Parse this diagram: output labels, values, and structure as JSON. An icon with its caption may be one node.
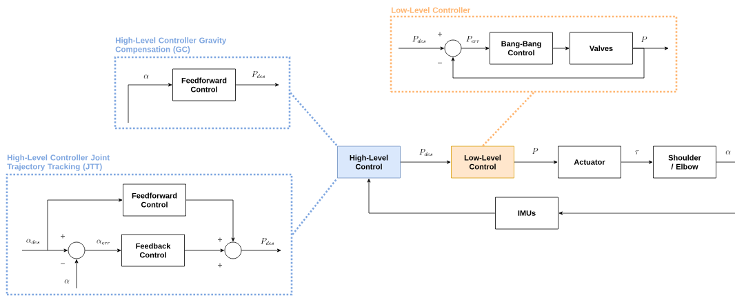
{
  "diagram": {
    "nodes": [
      {
        "text": [
          "High-Level Controller Gravity Compensation (GC)"
        ]
      },
      {
        "text": [
          "Feedforward Control"
        ],
        "in": 0
      },
      {
        "text": [
          "High-Level Controller Joint Trajectory Tracking (JTT)"
        ]
      },
      {
        "text": [
          "Feedforward Control"
        ],
        "in": 2
      },
      {
        "text": [],
        "shape": "circle",
        "in": 2
      },
      {
        "text": [
          "Feedback Control"
        ],
        "in": 2
      },
      {
        "text": [],
        "shape": "circle",
        "in": 2
      },
      {
        "text": [
          "Low-Level Controller"
        ]
      },
      {
        "text": [],
        "shape": "circle",
        "in": 7
      },
      {
        "text": [
          "Bang-Bang Control"
        ],
        "in": 7
      },
      {
        "text": [
          "Valves"
        ],
        "in": 7
      },
      {
        "text": [
          "High-Level Control"
        ]
      },
      {
        "text": [
          "Low-Level Control"
        ]
      },
      {
        "text": [
          "Actuator"
        ]
      },
      {
        "text": [
          "Shoulder / Elbow"
        ]
      },
      {
        "text": [
          "IMUs"
        ]
      }
    ],
    "edges": [
      {
        "from": null,
        "to": 1,
        "arrow": "to",
        "label": "\\alpha"
      },
      {
        "from": 1,
        "to": null,
        "arrow": "to",
        "label": "P_{des}"
      },
      {
        "from": null,
        "to": 4,
        "arrow": "to",
        "label": "\\alpha_{des}"
      },
      {
        "from": null,
        "to": 3,
        "arrow": "to"
      },
      {
        "from": null,
        "to": 4,
        "arrow": "to",
        "label": "\\alpha"
      },
      {
        "from": 4,
        "to": 5,
        "arrow": "to",
        "label": "\\alpha_{err}"
      },
      {
        "from": 3,
        "to": 6,
        "arrow": "to"
      },
      {
        "from": 5,
        "to": 6,
        "arrow": "to"
      },
      {
        "from": 6,
        "to": null,
        "arrow": "to",
        "label": "P_{des}"
      },
      {
        "from": null,
        "to": 8,
        "arrow": "to",
        "label": "P_{des}"
      },
      {
        "from": 8,
        "to": 9,
        "arrow": "to",
        "label": "P_{err}"
      },
      {
        "from": 9,
        "to": 10,
        "arrow": "to"
      },
      {
        "from": 10,
        "to": null,
        "arrow": "to",
        "label": "P"
      },
      {
        "from": 10,
        "to": 8,
        "arrow": "to"
      },
      {
        "from": 11,
        "to": 12,
        "arrow": "to",
        "label": "P_{des}"
      },
      {
        "from": 12,
        "to": 13,
        "arrow": "to",
        "label": "P"
      },
      {
        "from": 13,
        "to": 14,
        "arrow": "to",
        "label": "\\tau"
      },
      {
        "from": 14,
        "to": null,
        "arrow": "none",
        "label": "\\alpha"
      },
      {
        "from": null,
        "to": 15,
        "arrow": "to"
      },
      {
        "from": 15,
        "to": 11,
        "arrow": "to"
      },
      {
        "from": 0,
        "to": 11,
        "arrow": "none",
        "style": "dashed",
        "color": "#7ea6e0"
      },
      {
        "from": 2,
        "to": 11,
        "arrow": "none",
        "style": "dashed",
        "color": "#7ea6e0"
      },
      {
        "from": 7,
        "to": 12,
        "arrow": "none",
        "style": "dashed",
        "color": "#ffb570"
      }
    ],
    "labels": [
      "+",
      "−",
      "+",
      "+",
      "−",
      "+"
    ]
  }
}
